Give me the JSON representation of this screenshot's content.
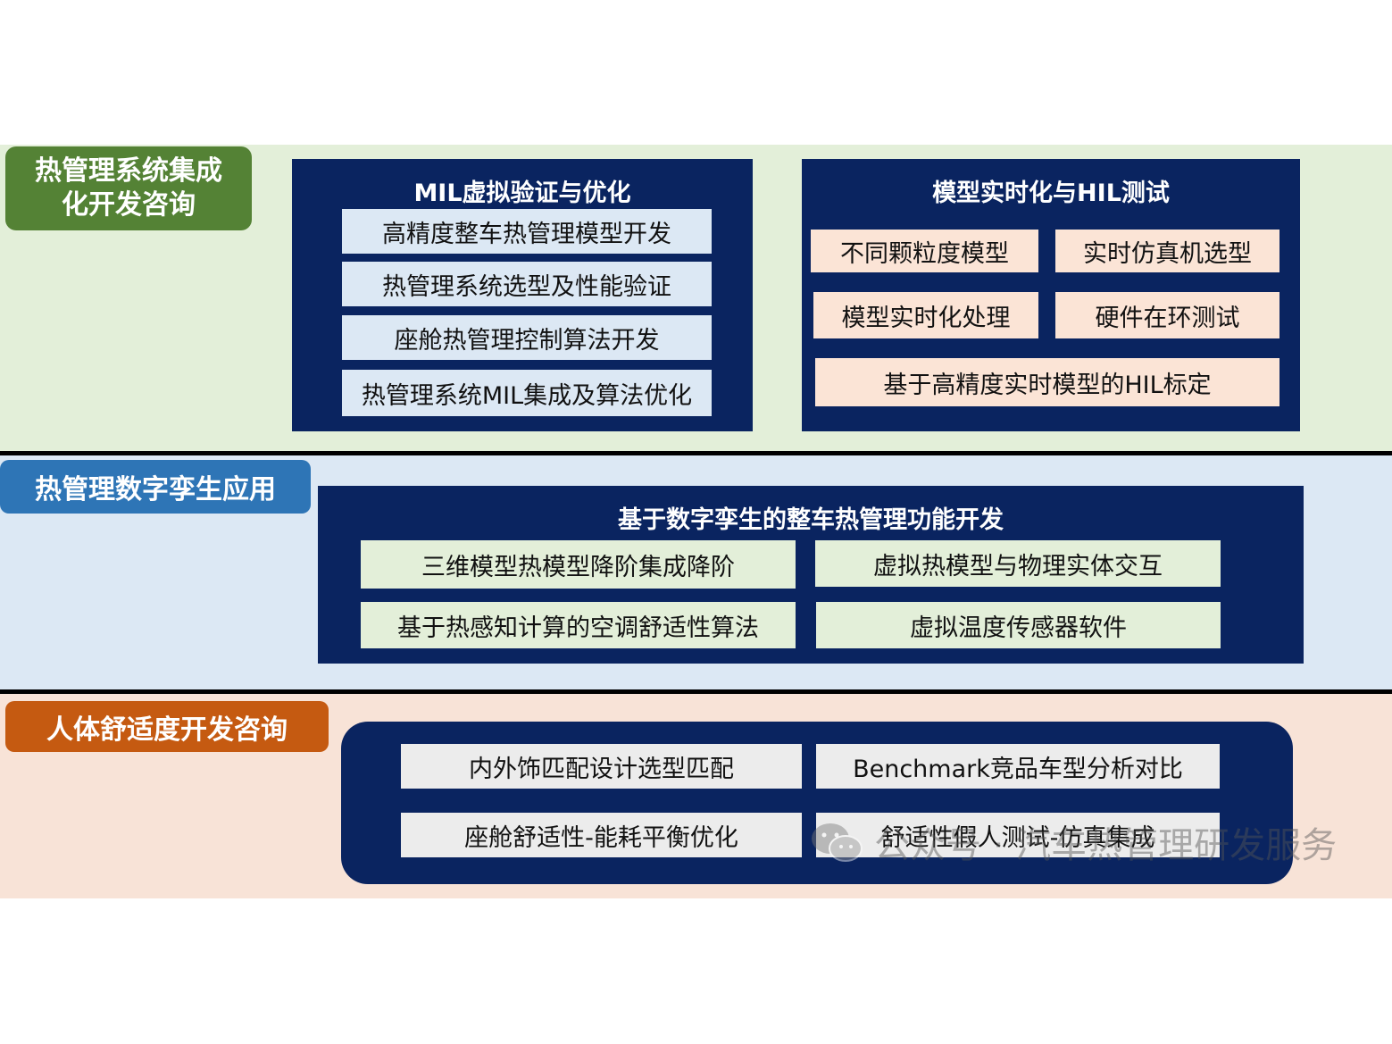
{
  "colors": {
    "band1_bg": "#e3efd9",
    "band2_bg": "#dce8f4",
    "band3_bg": "#f8e3d7",
    "tag1": "#548235",
    "tag2": "#2e75b6",
    "tag3": "#c55a11",
    "panel": "#0a2460",
    "item_blue": "#dce8f4",
    "item_peach": "#fbe4d6",
    "item_green": "#e3efd9",
    "item_gray": "#ececec"
  },
  "section1": {
    "tag_line1": "热管理系统集成",
    "tag_line2": "化开发咨询",
    "panel1": {
      "title": "MIL虚拟验证与优化",
      "items": [
        "高精度整车热管理模型开发",
        "热管理系统选型及性能验证",
        "座舱热管理控制算法开发",
        "热管理系统MIL集成及算法优化"
      ]
    },
    "panel2": {
      "title": "模型实时化与HIL测试",
      "items": [
        "不同颗粒度模型",
        "实时仿真机选型",
        "模型实时化处理",
        "硬件在环测试",
        "基于高精度实时模型的HIL标定"
      ]
    }
  },
  "section2": {
    "tag": "热管理数字孪生应用",
    "panel": {
      "title": "基于数字孪生的整车热管理功能开发",
      "items": [
        "三维模型热模型降阶集成降阶",
        "虚拟热模型与物理实体交互",
        "基于热感知计算的空调舒适性算法",
        "虚拟温度传感器软件"
      ]
    }
  },
  "section3": {
    "tag": "人体舒适度开发咨询",
    "panel": {
      "items": [
        "内外饰匹配设计选型匹配",
        "Benchmark竞品车型分析对比",
        "座舱舒适性-能耗平衡优化",
        "舒适性假人测试-仿真集成"
      ]
    }
  },
  "watermark": {
    "icon": "wechat-icon",
    "text": "公众号 · 汽车热管理研发服务"
  }
}
